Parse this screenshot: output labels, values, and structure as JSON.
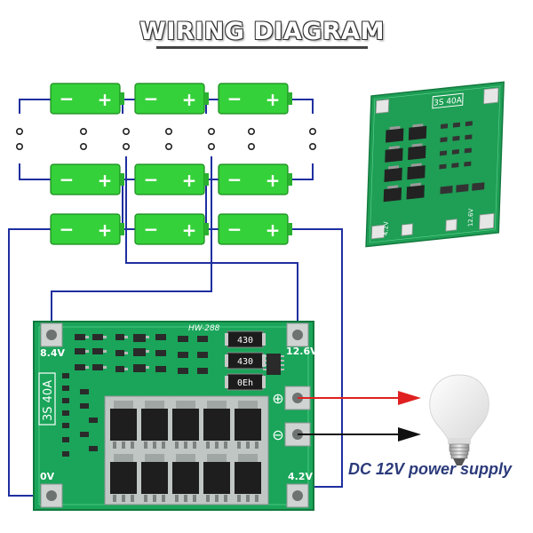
{
  "title": "WIRING DIAGRAM",
  "batteries": {
    "neg": "−",
    "pos": "+"
  },
  "board": {
    "model": "HW-288",
    "spec": "3S 40A",
    "pads": {
      "p84": "8.4V",
      "p126": "12.6V",
      "p0": "0V",
      "p42": "4.2V",
      "plus": "⊕",
      "minus": "⊖"
    },
    "resistors": [
      "430",
      "430",
      "0Eh"
    ]
  },
  "photo": {
    "spec": "3S 40A",
    "p42": "4.2V",
    "p126": "12.6V"
  },
  "output": {
    "label": "DC 12V power supply"
  },
  "colors": {
    "wire": "#1f2fa0",
    "battery": "#35d13a",
    "pcb": "#1aa55a",
    "positive": "#e02020",
    "negative": "#111111"
  }
}
